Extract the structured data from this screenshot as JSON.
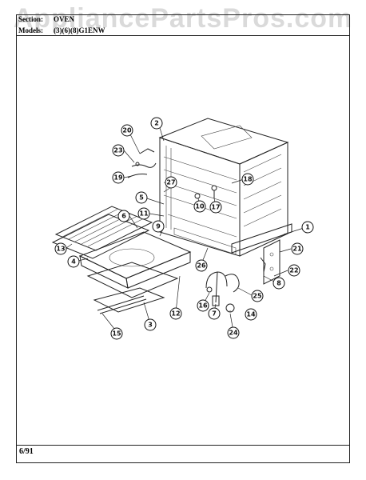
{
  "watermark": "AppliancePartsPros.com",
  "header": {
    "section_label": "Section:",
    "section_value": "OVEN",
    "models_label": "Models:",
    "models_value": "(3)(6)(8)G1ENW"
  },
  "footer": {
    "date": "6/91"
  },
  "callouts": [
    {
      "id": "1",
      "label": "1"
    },
    {
      "id": "2",
      "label": "2"
    },
    {
      "id": "3",
      "label": "3"
    },
    {
      "id": "4",
      "label": "4"
    },
    {
      "id": "5",
      "label": "5"
    },
    {
      "id": "6",
      "label": "6"
    },
    {
      "id": "7",
      "label": "7"
    },
    {
      "id": "8",
      "label": "8"
    },
    {
      "id": "9",
      "label": "9"
    },
    {
      "id": "10",
      "label": "10"
    },
    {
      "id": "11",
      "label": "11"
    },
    {
      "id": "12",
      "label": "12"
    },
    {
      "id": "13",
      "label": "13"
    },
    {
      "id": "14",
      "label": "14"
    },
    {
      "id": "15",
      "label": "15"
    },
    {
      "id": "16",
      "label": "16"
    },
    {
      "id": "17",
      "label": "17"
    },
    {
      "id": "18",
      "label": "18"
    },
    {
      "id": "19",
      "label": "19"
    },
    {
      "id": "20",
      "label": "20"
    },
    {
      "id": "21",
      "label": "21"
    },
    {
      "id": "22",
      "label": "22"
    },
    {
      "id": "23",
      "label": "23"
    },
    {
      "id": "24",
      "label": "24"
    },
    {
      "id": "25",
      "label": "25"
    },
    {
      "id": "26",
      "label": "26"
    },
    {
      "id": "27",
      "label": "27"
    }
  ]
}
